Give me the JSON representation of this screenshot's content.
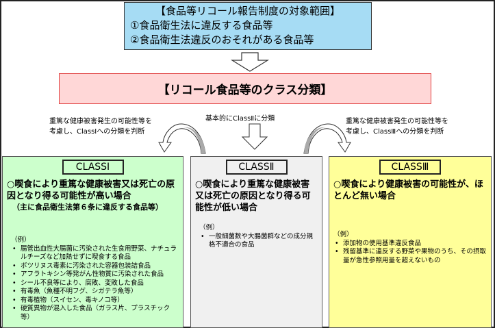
{
  "scope": {
    "title": "【食品等リコール報告制度の対象範囲】",
    "items": [
      "①食品衛生法に違反する食品等",
      "②食品衛生法違反のおそれがある食品等"
    ]
  },
  "classification_title": "【リコール食品等のクラス分類】",
  "notes": {
    "left": [
      "重篤な健康被害発生の可能性等を",
      "考慮し、ClassⅠへの分類を判断"
    ],
    "center": "基本的にClassⅡに分類",
    "right": [
      "重篤な健康被害発生の可能性等を",
      "考慮し、ClassⅢへの分類を判断"
    ]
  },
  "classes": [
    {
      "label": "CLASSⅠ",
      "description": "○喫食により重篤な健康被害又は死亡の原因となり得る可能性が高い場合",
      "sub": "（主に食品衛生法第６条に違反する食品等）",
      "example_label": "（例）",
      "examples": [
        "腸管出血性大腸菌に汚染された生食用野菜、ナチュラルチーズなど加熱せずに喫食する食品",
        "ボツリヌス毒素に汚染された容器包装詰食品",
        "アフラトキシン等発がん性物質に汚染された食品",
        "シール不良等により、腐敗、変敗した食品",
        "有毒魚（魚種不明フグ、シガテラ魚等）",
        "有毒植物（スイセン、毒キノコ等）",
        "硬質異物が混入した食品（ガラス片、プラスチック 等）"
      ]
    },
    {
      "label": "CLASSⅡ",
      "description": "○喫食により重篤な健康被害又は死亡の原因となり得る可能性が低い場合",
      "example_label": "（例）",
      "examples": [
        "一般細菌数や大腸菌群などの成分規格不適合の食品"
      ]
    },
    {
      "label": "CLASSⅢ",
      "description": "○喫食により健康被害の可能性が、ほとんど無い場合",
      "example_label": "（例）",
      "examples": [
        "添加物の使用基準違反食品",
        "残留基準に違反する野菜や果物のうち、その摂取量が急性参照用量を超えないもの"
      ]
    }
  ]
}
